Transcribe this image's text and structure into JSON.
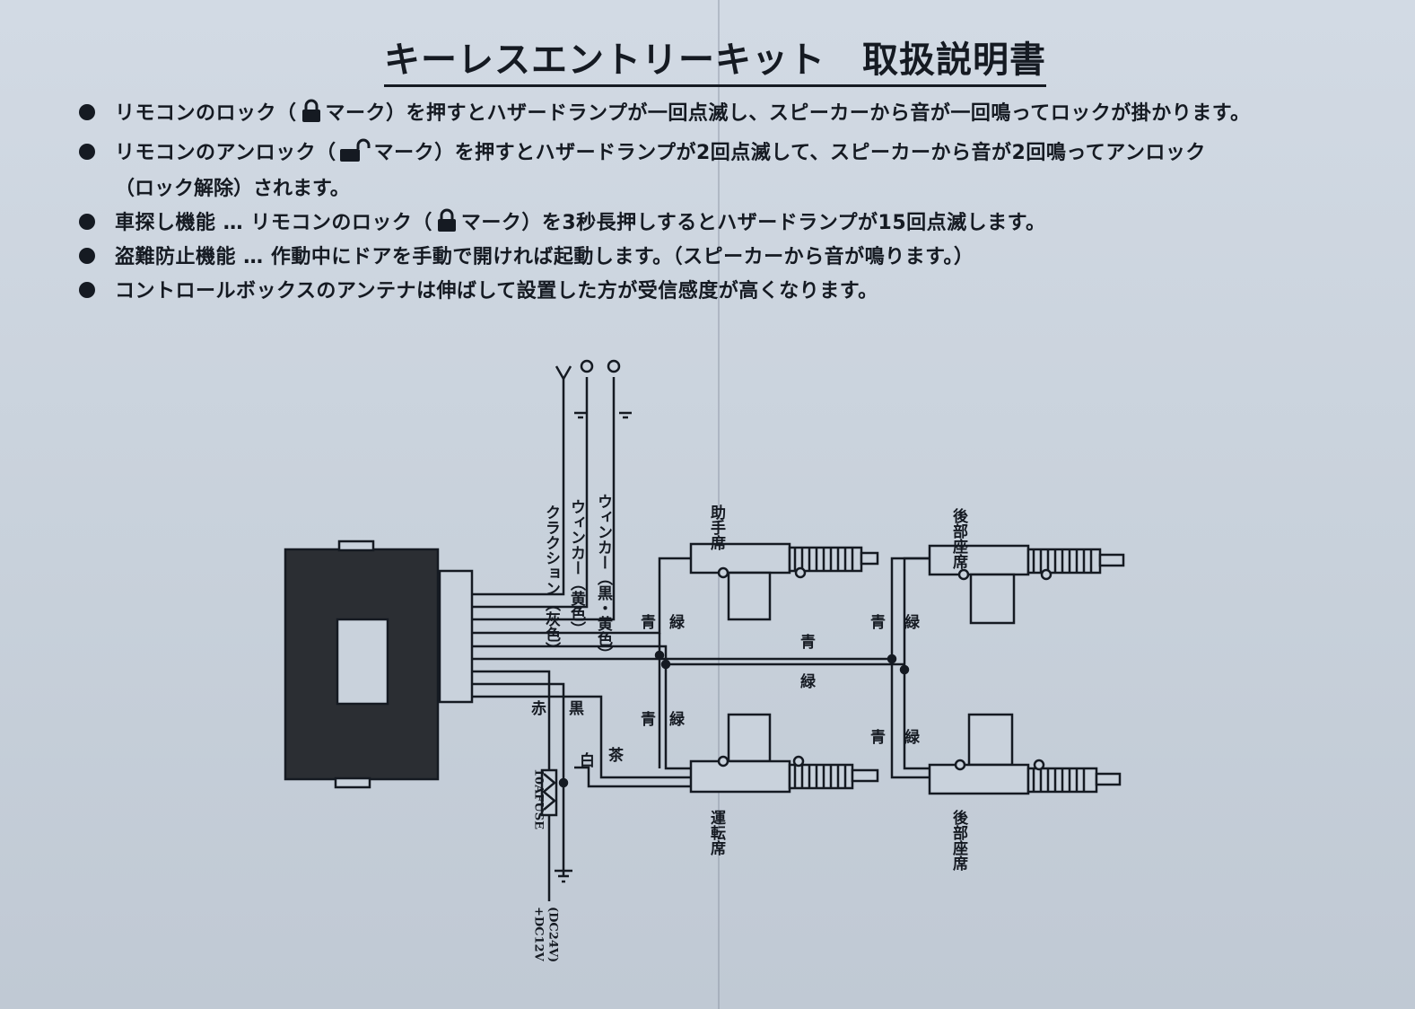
{
  "title": "キーレスエントリーキット　取扱説明書",
  "bullets": [
    {
      "pre": "リモコンのロック（",
      "icon": "lock-closed-icon",
      "post": "マーク）を押すとハザードランプが一回点滅し、スピーカーから音が一回鳴ってロックが掛かります。"
    },
    {
      "pre": "リモコンのアンロック（",
      "icon": "lock-open-icon",
      "post": "マーク）を押すとハザードランプが2回点滅して、スピーカーから音が2回鳴ってアンロック",
      "cont": "（ロック解除）されます。"
    },
    {
      "pre": "車探し機能 … リモコンのロック（",
      "icon": "lock-closed-icon",
      "post": "マーク）を3秒長押しするとハザードランプが15回点滅します。"
    },
    {
      "pre": "盗難防止機能 … 作動中にドアを手動で開ければ起動します。（スピーカーから音が鳴ります。）"
    },
    {
      "pre": "コントロールボックスのアンテナは伸ばして設置した方が受信感度が高くなります。"
    }
  ],
  "diagram": {
    "wire_horn": "クラクション（灰色）",
    "wire_winker1": "ウィンカー（黄色）",
    "wire_winker2": "ウィンカー（黒・黄色）",
    "door_passenger": "助手席",
    "door_rear_top": "後部座席",
    "door_driver": "運転席",
    "door_rear_bottom": "後部座席",
    "color_blue": "青",
    "color_green": "緑",
    "color_red": "赤",
    "color_black": "黒",
    "color_white": "白",
    "color_brown": "茶",
    "fuse": "10AFUSE",
    "power": "+DC12V",
    "power2": "(DC24V)"
  }
}
